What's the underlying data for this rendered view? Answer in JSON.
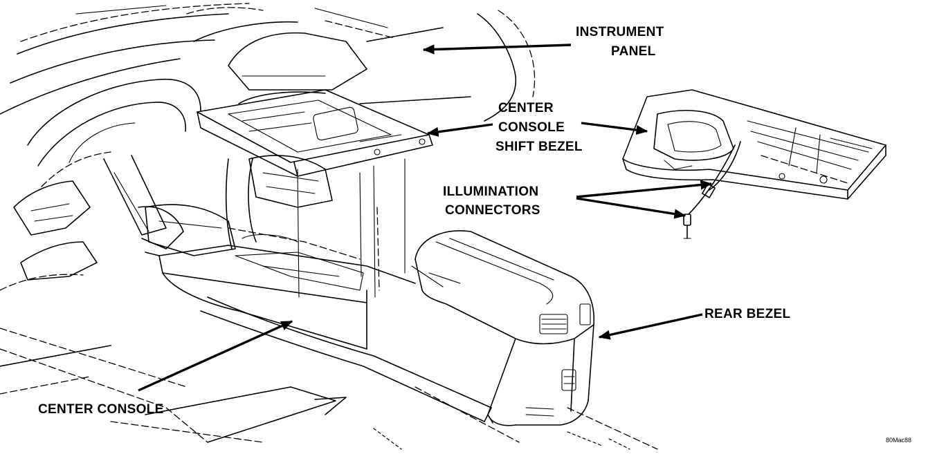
{
  "diagram": {
    "labels": {
      "instrument_panel_line1": "INSTRUMENT",
      "instrument_panel_line2": "PANEL",
      "shift_bezel_line1": "CENTER",
      "shift_bezel_line2": "CONSOLE",
      "shift_bezel_line3": "SHIFT BEZEL",
      "illumination_line1": "ILLUMINATION",
      "illumination_line2": "CONNECTORS",
      "rear_bezel": "REAR BEZEL",
      "center_console": "CENTER CONSOLE"
    },
    "figure_code": "80Mac88"
  }
}
